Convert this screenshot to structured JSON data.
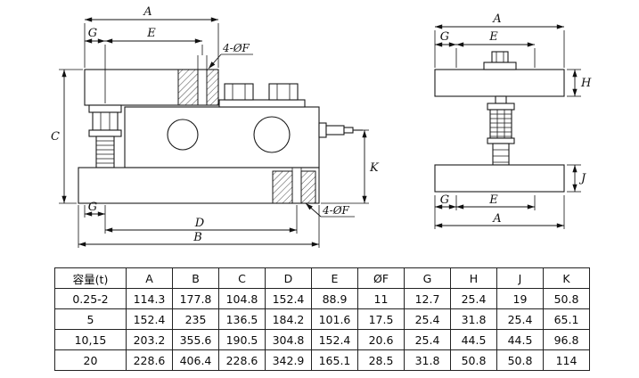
{
  "page": {
    "background": "#ffffff",
    "ink": "#1a1a1a"
  },
  "drawing": {
    "labels": {
      "a": "A",
      "b": "B",
      "c": "C",
      "d": "D",
      "e": "E",
      "f4": "4-ØF",
      "g": "G",
      "h": "H",
      "j": "J",
      "k": "K"
    }
  },
  "table": {
    "headers": [
      "容量(t)",
      "A",
      "B",
      "C",
      "D",
      "E",
      "ØF",
      "G",
      "H",
      "J",
      "K"
    ],
    "rows": [
      [
        "0.25-2",
        "114.3",
        "177.8",
        "104.8",
        "152.4",
        "88.9",
        "11",
        "12.7",
        "25.4",
        "19",
        "50.8"
      ],
      [
        "5",
        "152.4",
        "235",
        "136.5",
        "184.2",
        "101.6",
        "17.5",
        "25.4",
        "31.8",
        "25.4",
        "65.1"
      ],
      [
        "10,15",
        "203.2",
        "355.6",
        "190.5",
        "304.8",
        "152.4",
        "20.6",
        "25.4",
        "44.5",
        "44.5",
        "96.8"
      ],
      [
        "20",
        "228.6",
        "406.4",
        "228.6",
        "342.9",
        "165.1",
        "28.5",
        "31.8",
        "50.8",
        "50.8",
        "114"
      ]
    ]
  }
}
